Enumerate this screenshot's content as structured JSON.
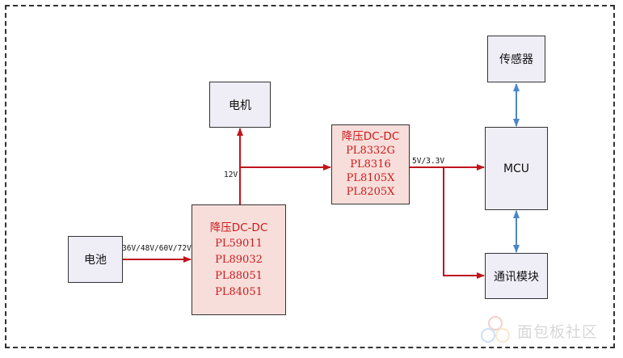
{
  "boxes": {
    "battery": "电池",
    "motor": "电机",
    "buck1": {
      "title": "降压DC-DC",
      "parts": [
        "PL59011",
        "PL89032",
        "PL88051",
        "PL84051"
      ]
    },
    "buck2": {
      "title": "降压DC-DC",
      "parts": [
        "PL8332G",
        "PL8316",
        "PL8105X",
        "PL8205X"
      ]
    },
    "mcu": "MCU",
    "sensor": "传感器",
    "comm": "通讯模块"
  },
  "labels": {
    "battery_voltage": "36V/48V/60V/72V",
    "motor_voltage": "12V",
    "logic_voltage": "5V/3.3V"
  },
  "watermark": {
    "text": "面包板社区"
  },
  "colors": {
    "power_line": "#c0141b",
    "signal_line": "#4a86c8",
    "box_fill": "#efeef7",
    "ic_fill": "#f7dedb",
    "ic_text": "#cc1a1a"
  }
}
